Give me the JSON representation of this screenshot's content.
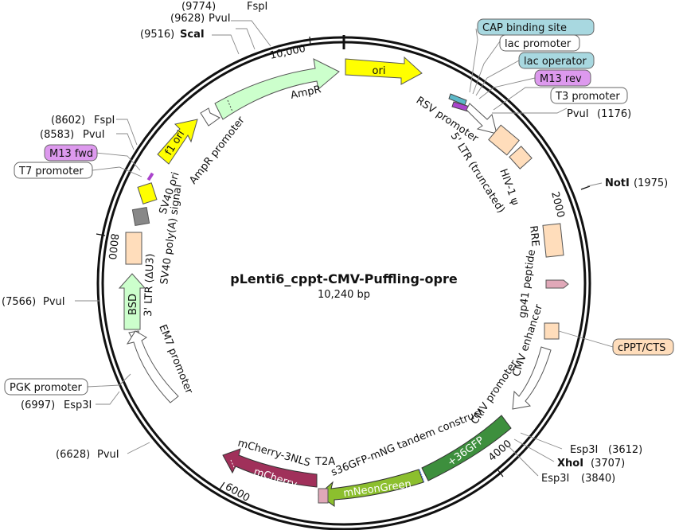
{
  "plasmid": {
    "name": "pLenti6_cppt-CMV-Puffling-opre",
    "size": "10,240 bp"
  },
  "colors": {
    "ori": "#ffff00",
    "ampr": "#ccffcc",
    "promoter": "#ffffff",
    "ltr": "#ffddbb",
    "bsd": "#ccffcc",
    "gfp": "#3d8f3d",
    "mneongreen": "#8cbf2e",
    "mcherry": "#a0305a",
    "t2a": "#e0a8b8",
    "primer_purple": "#dd99ee",
    "cap_teal": "#a8d8e0",
    "sv40_polya": "#888888",
    "cppt_orange": "#ffddbb"
  },
  "ticks": [
    "2000",
    "4000",
    "6000",
    "8000",
    "10,000"
  ],
  "sites": [
    {
      "pos": "(9774)",
      "name": "FspI"
    },
    {
      "pos": "(9628)",
      "name": "PvuI"
    },
    {
      "pos": "(9516)",
      "name": "ScaI"
    },
    {
      "pos": "(8602)",
      "name": "FspI"
    },
    {
      "pos": "(8583)",
      "name": "PvuI"
    },
    {
      "pos": "(7566)",
      "name": "PvuI"
    },
    {
      "pos": "(6997)",
      "name": "Esp3I"
    },
    {
      "pos": "(6628)",
      "name": "PvuI"
    },
    {
      "pos": "(1176)",
      "name": "PvuI"
    },
    {
      "pos": "(1975)",
      "name": "NotI"
    },
    {
      "pos": "(3612)",
      "name": "Esp3I"
    },
    {
      "pos": "(3707)",
      "name": "XhoI"
    },
    {
      "pos": "(3840)",
      "name": "Esp3I"
    }
  ],
  "callouts": {
    "cap": "CAP binding site",
    "lac_promoter": "lac promoter",
    "lac_operator": "lac operator",
    "m13_rev": "M13 rev",
    "t3": "T3 promoter",
    "m13_fwd": "M13 fwd",
    "t7": "T7 promoter",
    "pgk": "PGK promoter",
    "cppt": "cPPT/CTS"
  },
  "features": {
    "ori": "ori",
    "ampr": "AmpR",
    "ampr_promoter": "AmpR promoter",
    "f1_ori": "f1 ori",
    "sv40_ori": "SV40 ori",
    "sv40_polya": "SV40 poly(A) signal",
    "ltr3": "3' LTR (ΔU3)",
    "bsd": "BSD",
    "em7": "EM7 promoter",
    "rsv": "RSV promoter",
    "ltr5": "5' LTR (truncated)",
    "hiv": "HIV-1 ψ",
    "rre": "RRE",
    "gp41": "gp41 peptide",
    "cmv_enh": "CMV enhancer",
    "cmv_pro": "CMV promoter",
    "gfp": "+36GFP",
    "tandem": "s36GFP-mNG tandem construct",
    "mneongreen": "mNeonGreen",
    "t2a": "T2A",
    "mcherry_3nls": "mCherry-3NLS",
    "mcherry": "mCherry"
  }
}
